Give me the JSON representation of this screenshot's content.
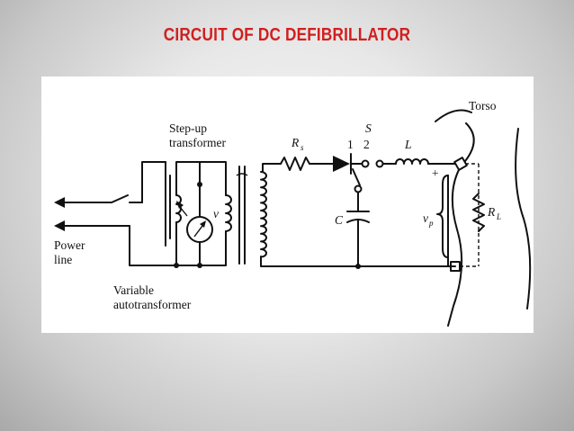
{
  "slide": {
    "title": "CIRCUIT OF DC DEFIBRILLATOR",
    "title_color": "#d11f1f"
  },
  "diagram": {
    "labels": {
      "torso": "Torso",
      "step_up_line1": "Step-up",
      "step_up_line2": "transformer",
      "resistor": "R",
      "resistor_sub": "s",
      "switch": "S",
      "switch_pos1": "1",
      "switch_pos2": "2",
      "inductor": "L",
      "capacitor": "C",
      "meter": "v",
      "plus": "+",
      "vp": "v",
      "vp_sub": "p",
      "load": "R",
      "load_sub": "L",
      "power_line1": "Power",
      "power_line2": "line",
      "variable_line1": "Variable",
      "variable_line2": "autotransformer"
    }
  }
}
